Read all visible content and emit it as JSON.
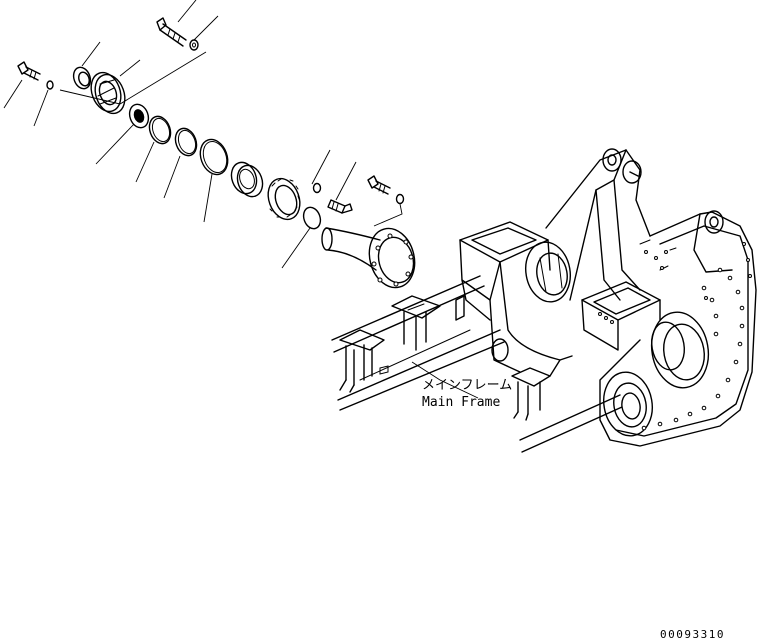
{
  "callout": {
    "label_jp": "メインフレーム",
    "label_en": "Main Frame"
  },
  "drawing_code": "00093310"
}
